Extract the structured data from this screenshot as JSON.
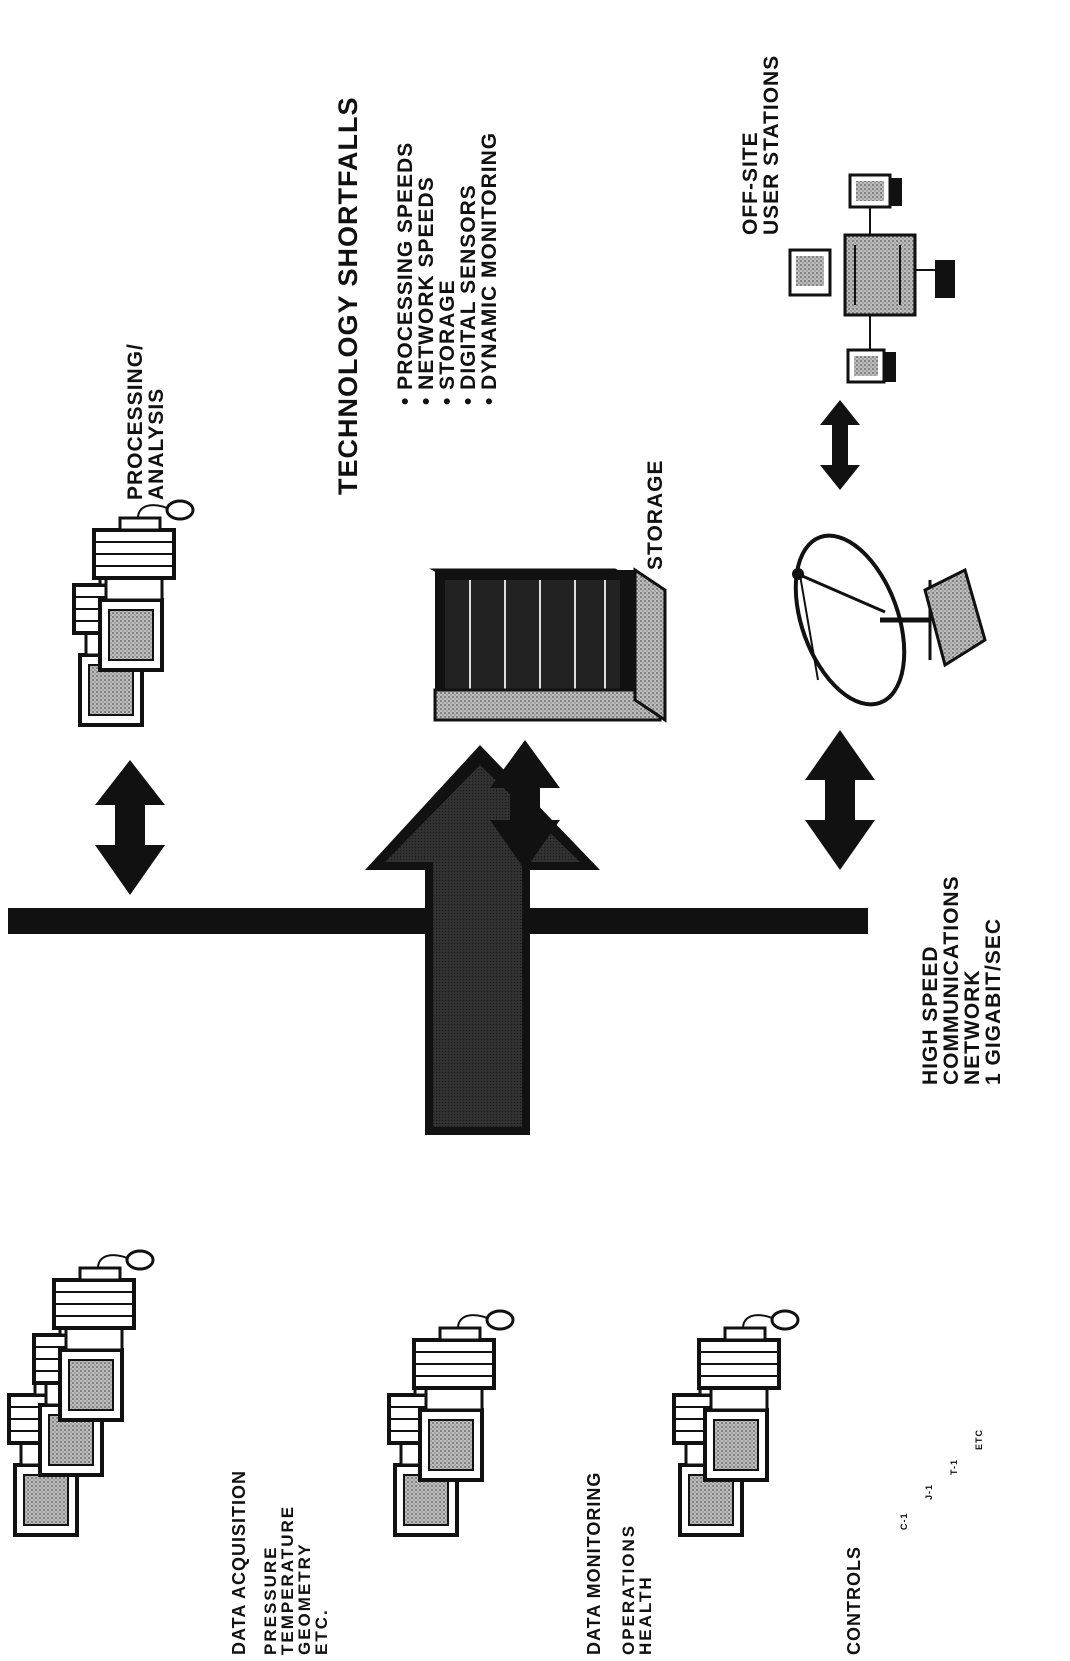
{
  "data_acquisition": {
    "title": "DATA ACQUISITION",
    "lines": [
      "PRESSURE",
      "TEMPERATURE",
      "GEOMETRY",
      "ETC."
    ]
  },
  "data_monitoring": {
    "title": "DATA MONITORING",
    "lines": [
      "OPERATIONS",
      "HEALTH"
    ]
  },
  "controls": {
    "title": "CONTROLS",
    "codes": [
      "C-1",
      "J-1",
      "T-1",
      "ETC"
    ]
  },
  "network": {
    "lines": [
      "HIGH SPEED",
      "COMMUNICATIONS",
      "NETWORK",
      "1 GIGABIT/SEC"
    ]
  },
  "processing": {
    "lines": [
      "PROCESSING/",
      "ANALYSIS"
    ]
  },
  "storage": {
    "label": "STORAGE"
  },
  "offsite": {
    "lines": [
      "OFF-SITE",
      "USER STATIONS"
    ]
  },
  "shortfalls": {
    "title": "TECHNOLOGY SHORTFALLS",
    "items": [
      "PROCESSING SPEEDS",
      "NETWORK SPEEDS",
      "STORAGE",
      "DIGITAL SENSORS",
      "DYNAMIC MONITORING"
    ]
  }
}
